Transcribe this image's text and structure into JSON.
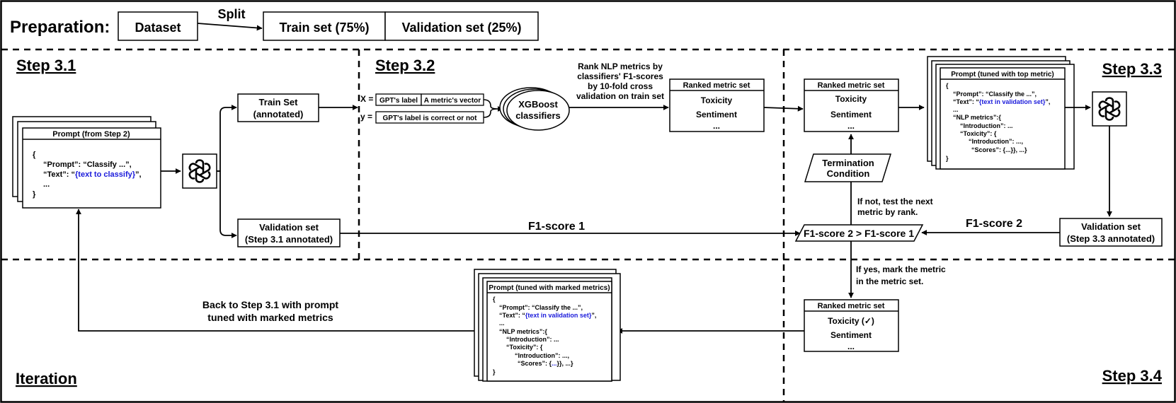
{
  "preparation": {
    "title": "Preparation:",
    "dataset": "Dataset",
    "split": "Split",
    "train": "Train set (75%)",
    "validation": "Validation set (25%)"
  },
  "sections": {
    "step31": "Step 3.1",
    "step32": "Step 3.2",
    "step33": "Step 3.3",
    "step34": "Step 3.4",
    "iteration": "Iteration"
  },
  "prompt_step2": {
    "header": "Prompt (from Step 2)",
    "l1": "{",
    "l2": "“Prompt”: “Classify ...”,",
    "l3a": "“Text”: “",
    "l3b": "{text to classify}",
    "l3c": "”,",
    "l4": "...",
    "l5": "}"
  },
  "train_set": {
    "l1": "Train Set",
    "l2": "(annotated)"
  },
  "val_set31": {
    "l1": "Validation set",
    "l2": "(Step 3.1 annotated)"
  },
  "classifier": {
    "x_eq": "X =",
    "y_eq": "y =",
    "gpt_label": "GPT's label",
    "metric_vector": "A metric's vector",
    "correct": "GPT's label is correct or not",
    "xgb1": "XGBoost",
    "xgb2": "classifiers"
  },
  "rank_note": {
    "l1": "Rank NLP metrics by",
    "l2": "classifiers' F1-scores",
    "l3": "by 10-fold cross",
    "l4": "validation on train set"
  },
  "ranked1": {
    "header": "Ranked metric set",
    "a": "Toxicity",
    "b": "Sentiment",
    "c": "..."
  },
  "ranked2": {
    "header": "Ranked metric set",
    "a": "Toxicity",
    "b": "Sentiment",
    "c": "..."
  },
  "ranked3": {
    "header": "Ranked metric set",
    "a": "Toxicity (✓)",
    "b": "Sentiment",
    "c": "..."
  },
  "prompt_top": {
    "header": "Prompt (tuned with top metric)",
    "l1": "{",
    "l2": "“Prompt”: “Classify the ...”,",
    "l3a": "“Text”: “",
    "l3b": "{text in validation set}",
    "l3c": "”,",
    "l4": "...",
    "l5": "“NLP metrics”:{",
    "l6": "“Introduction”: ...",
    "l7": "“Toxicity”: {",
    "l8": "“Introduction”: ...,",
    "l9": "“Scores”: {...}}, ...}",
    "l10": "}"
  },
  "prompt_marked": {
    "header": "Prompt (tuned with marked metrics)",
    "l1": "{",
    "l2": "“Prompt”: “Classify the ...”,",
    "l3a": "“Text”: “",
    "l3b": "{text in validation set}",
    "l3c": "”,",
    "l4": "...",
    "l5": "“NLP metrics”:{",
    "l6": "“Introduction”: ...",
    "l7": "“Toxicity”: {",
    "l8": "“Introduction”: ...,",
    "l9a": "“Scores”: {",
    "l9b": "...",
    "l9c": "}}, ...}",
    "l10": "}"
  },
  "termination": {
    "l1": "Termination",
    "l2": "Condition"
  },
  "compare": "F1-score 2 > F1-score 1",
  "f1_1": "F1-score 1",
  "f1_2": "F1-score 2",
  "val_set33": {
    "l1": "Validation set",
    "l2": "(Step 3.3 annotated)"
  },
  "if_not": {
    "l1": "If not, test the next",
    "l2": "metric by rank."
  },
  "if_yes": {
    "l1": "If yes, mark the metric",
    "l2": "in the metric set."
  },
  "back": {
    "l1": "Back to Step 3.1 with prompt",
    "l2": "tuned with marked metrics"
  },
  "icons": {
    "llm": "openai-logo-icon"
  }
}
